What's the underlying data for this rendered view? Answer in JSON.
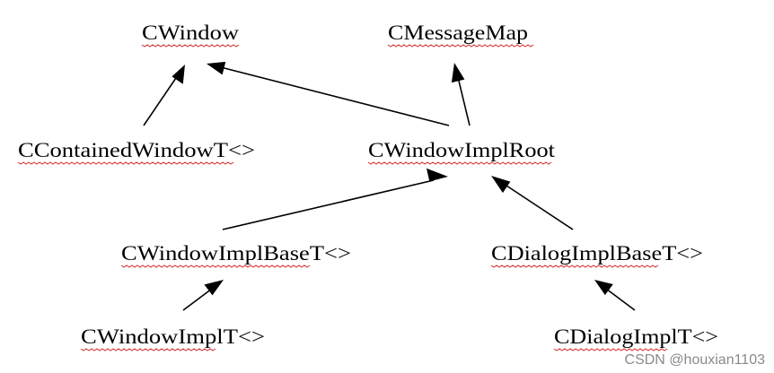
{
  "colors": {
    "text": "#000000",
    "edge": "#000000",
    "spellcheck_underline": "#d42a2a",
    "background": "#ffffff",
    "watermark": "#8a8a8a"
  },
  "nodes": [
    {
      "id": "cwindow",
      "label": "CWindow"
    },
    {
      "id": "cmessagemap",
      "label": "CMessageMap"
    },
    {
      "id": "ccontainedwindowt",
      "label": "CContainedWindowT<>"
    },
    {
      "id": "cwindowimplroot",
      "label": "CWindowImplRoot"
    },
    {
      "id": "cwindowimplbaset",
      "label": "CWindowImplBaseT<>"
    },
    {
      "id": "cdialogimplbaset",
      "label": "CDialogImplBaseT<>"
    },
    {
      "id": "cwindowimplt",
      "label": "CWindowImplT<>"
    },
    {
      "id": "cdialogimplt",
      "label": "CDialogImplT<>"
    }
  ],
  "edges": [
    {
      "from": "ccontainedwindowt",
      "to": "cwindow"
    },
    {
      "from": "cwindowimplroot",
      "to": "cwindow"
    },
    {
      "from": "cwindowimplroot",
      "to": "cmessagemap"
    },
    {
      "from": "cwindowimplbaset",
      "to": "cwindowimplroot"
    },
    {
      "from": "cdialogimplbaset",
      "to": "cwindowimplroot"
    },
    {
      "from": "cwindowimplt",
      "to": "cwindowimplbaset"
    },
    {
      "from": "cdialogimplt",
      "to": "cdialogimplbaset"
    }
  ],
  "watermark": "CSDN @houxian1103"
}
